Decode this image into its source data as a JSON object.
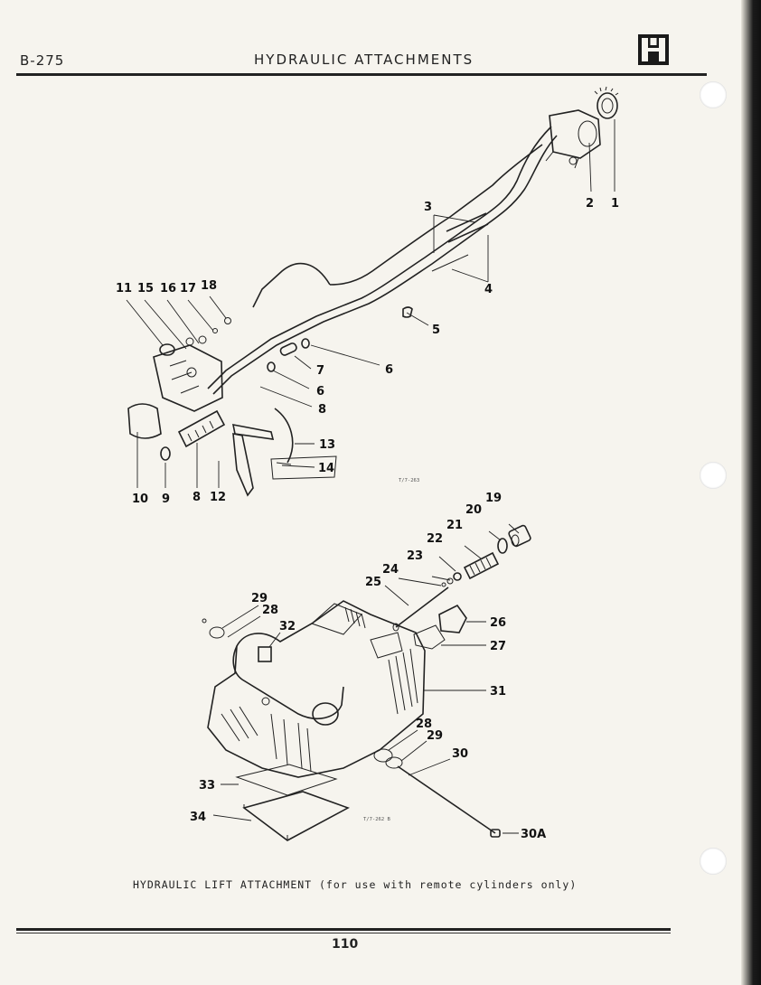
{
  "header": {
    "code": "B-275",
    "title": "HYDRAULIC ATTACHMENTS",
    "logo": "ih-logo"
  },
  "figure_upper": {
    "ref": "T/7-263",
    "callouts": [
      "1",
      "2",
      "3",
      "4",
      "5",
      "6",
      "7",
      "6",
      "8",
      "11",
      "15",
      "16",
      "17",
      "18",
      "10",
      "9",
      "8",
      "12",
      "13",
      "14"
    ]
  },
  "figure_lower": {
    "ref": "T/7-262 B",
    "callouts": [
      "19",
      "20",
      "21",
      "22",
      "23",
      "24",
      "25",
      "26",
      "27",
      "29",
      "28",
      "32",
      "31",
      "28",
      "29",
      "30",
      "33",
      "34",
      "30A"
    ]
  },
  "caption": "HYDRAULIC LIFT ATTACHMENT (for use with remote cylinders only)",
  "footer": {
    "page_number": "110"
  }
}
